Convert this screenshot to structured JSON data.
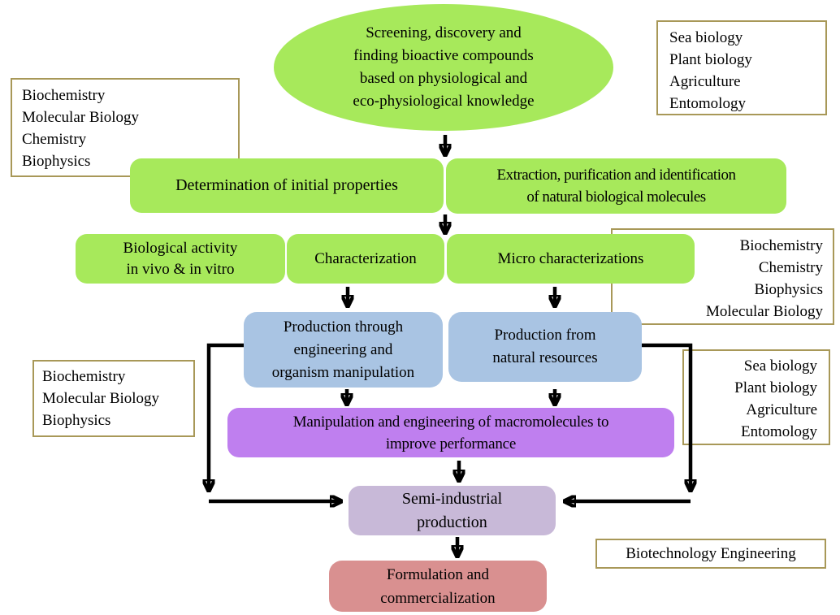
{
  "colors": {
    "node_green": "#a7e95b",
    "node_blue": "#a9c4e3",
    "node_purple": "#bf7fef",
    "node_mauve": "#c8b9d8",
    "node_pink": "#d99090",
    "annotation_border": "#a89858",
    "arrow": "#000000",
    "text": "#000000",
    "background": "#ffffff"
  },
  "nodes": {
    "screening": {
      "lines": [
        "Screening, discovery and",
        "finding bioactive compounds",
        "based on physiological and",
        "eco-physiological knowledge"
      ]
    },
    "determination": {
      "lines": [
        "Determination of initial properties"
      ]
    },
    "extraction": {
      "lines": [
        "Extraction, purification and identification",
        "of natural biological molecules"
      ]
    },
    "biological_activity": {
      "lines": [
        "Biological activity",
        "in vivo & in vitro"
      ]
    },
    "characterization": {
      "lines": [
        "Characterization"
      ]
    },
    "micro_characterizations": {
      "lines": [
        "Micro characterizations"
      ]
    },
    "production_engineering": {
      "lines": [
        "Production through",
        "engineering and",
        "organism manipulation"
      ]
    },
    "production_natural": {
      "lines": [
        "Production from",
        "natural resources"
      ]
    },
    "manipulation": {
      "lines": [
        "Manipulation and engineering of macromolecules to",
        "improve performance"
      ]
    },
    "semi_industrial": {
      "lines": [
        "Semi-industrial",
        "production"
      ]
    },
    "formulation": {
      "lines": [
        "Formulation and",
        "commercialization"
      ]
    }
  },
  "annotations": {
    "top_left": {
      "lines": [
        "Biochemistry",
        "Molecular Biology",
        "Chemistry",
        "Biophysics"
      ]
    },
    "top_right": {
      "lines": [
        "Sea biology",
        "Plant biology",
        "Agriculture",
        "Entomology"
      ]
    },
    "mid_right": {
      "lines": [
        "Biochemistry",
        "Chemistry",
        "Biophysics",
        "Molecular Biology"
      ]
    },
    "lower_left": {
      "lines": [
        "Biochemistry",
        "Molecular Biology",
        "Biophysics"
      ]
    },
    "lower_right": {
      "lines": [
        "Sea biology",
        "Plant biology",
        "Agriculture",
        "Entomology"
      ]
    },
    "bottom_right": {
      "lines": [
        "Biotechnology Engineering"
      ]
    }
  }
}
